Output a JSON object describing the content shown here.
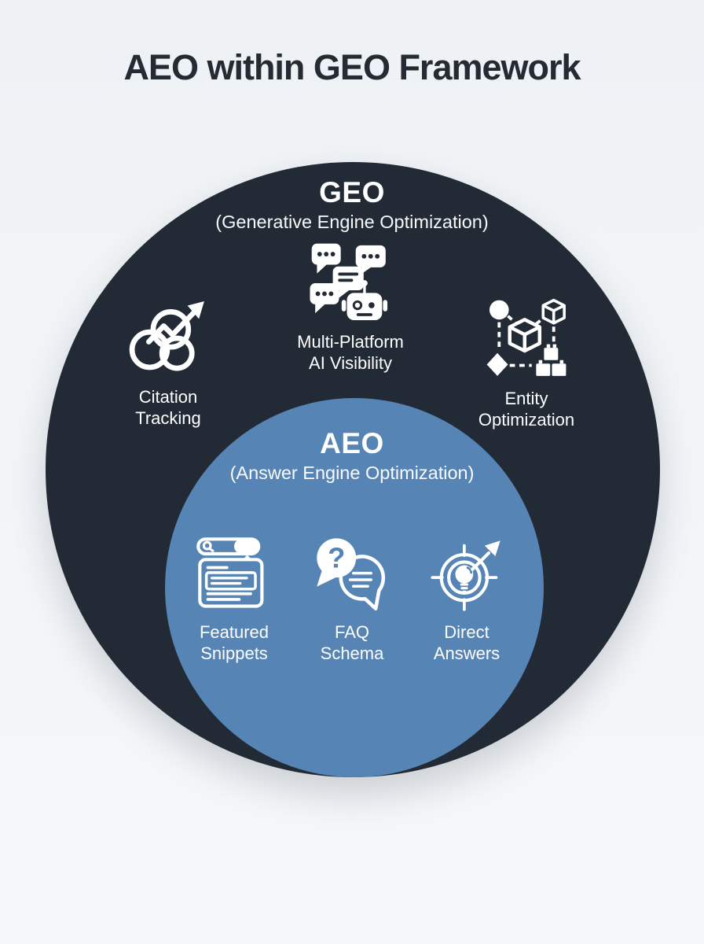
{
  "title": "AEO within GEO Framework",
  "colors": {
    "background_top": "#eef2f5",
    "background_bottom": "#f5f8fa",
    "geo_circle": "#212a35",
    "aeo_circle": "#5584b5",
    "title_text": "#242b33",
    "circle_text": "#ffffff"
  },
  "geo": {
    "title": "GEO",
    "subtitle": "(Generative Engine Optimization)",
    "items": [
      {
        "label": "Citation\nTracking",
        "icon": "citation-tracking-icon"
      },
      {
        "label": "Multi-Platform\nAI Visibility",
        "icon": "multi-platform-ai-visibility-icon"
      },
      {
        "label": "Entity\nOptimization",
        "icon": "entity-optimization-icon"
      }
    ]
  },
  "aeo": {
    "title": "AEO",
    "subtitle": "(Answer Engine Optimization)",
    "items": [
      {
        "label": "Featured\nSnippets",
        "icon": "featured-snippets-icon"
      },
      {
        "label": "FAQ\nSchema",
        "icon": "faq-schema-icon"
      },
      {
        "label": "Direct\nAnswers",
        "icon": "direct-answers-icon"
      }
    ]
  },
  "icons": {
    "faq_glyph": "?"
  }
}
